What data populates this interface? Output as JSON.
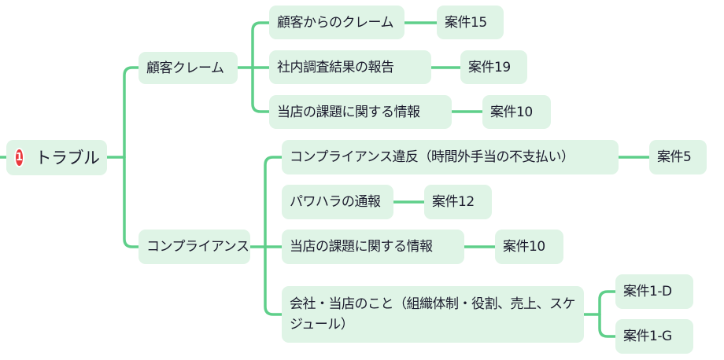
{
  "colors": {
    "line": "#5fcf8a",
    "node_bg": "#dff4e6",
    "badge": "#ea3a3e",
    "text": "#1c1c2e"
  },
  "root": {
    "label": "トラブル",
    "badge": "1",
    "badge_icon": "priority-1-icon"
  },
  "branches": [
    {
      "label": "顧客クレーム",
      "children": [
        {
          "label": "顧客からのクレーム",
          "cases": [
            "案件15"
          ]
        },
        {
          "label": "社内調査結果の報告",
          "cases": [
            "案件19"
          ]
        },
        {
          "label": "当店の課題に関する情報",
          "cases": [
            "案件10"
          ]
        }
      ]
    },
    {
      "label": "コンプライアンス",
      "children": [
        {
          "label": "コンプライアンス違反（時間外手当の不支払い）",
          "cases": [
            "案件5"
          ]
        },
        {
          "label": "パワハラの通報",
          "cases": [
            "案件12"
          ]
        },
        {
          "label": "当店の課題に関する情報",
          "cases": [
            "案件10"
          ]
        },
        {
          "label": "会社・当店のこと（組織体制・役割、売上、スケジュール）",
          "cases": [
            "案件1-D",
            "案件1-G"
          ]
        }
      ]
    }
  ]
}
